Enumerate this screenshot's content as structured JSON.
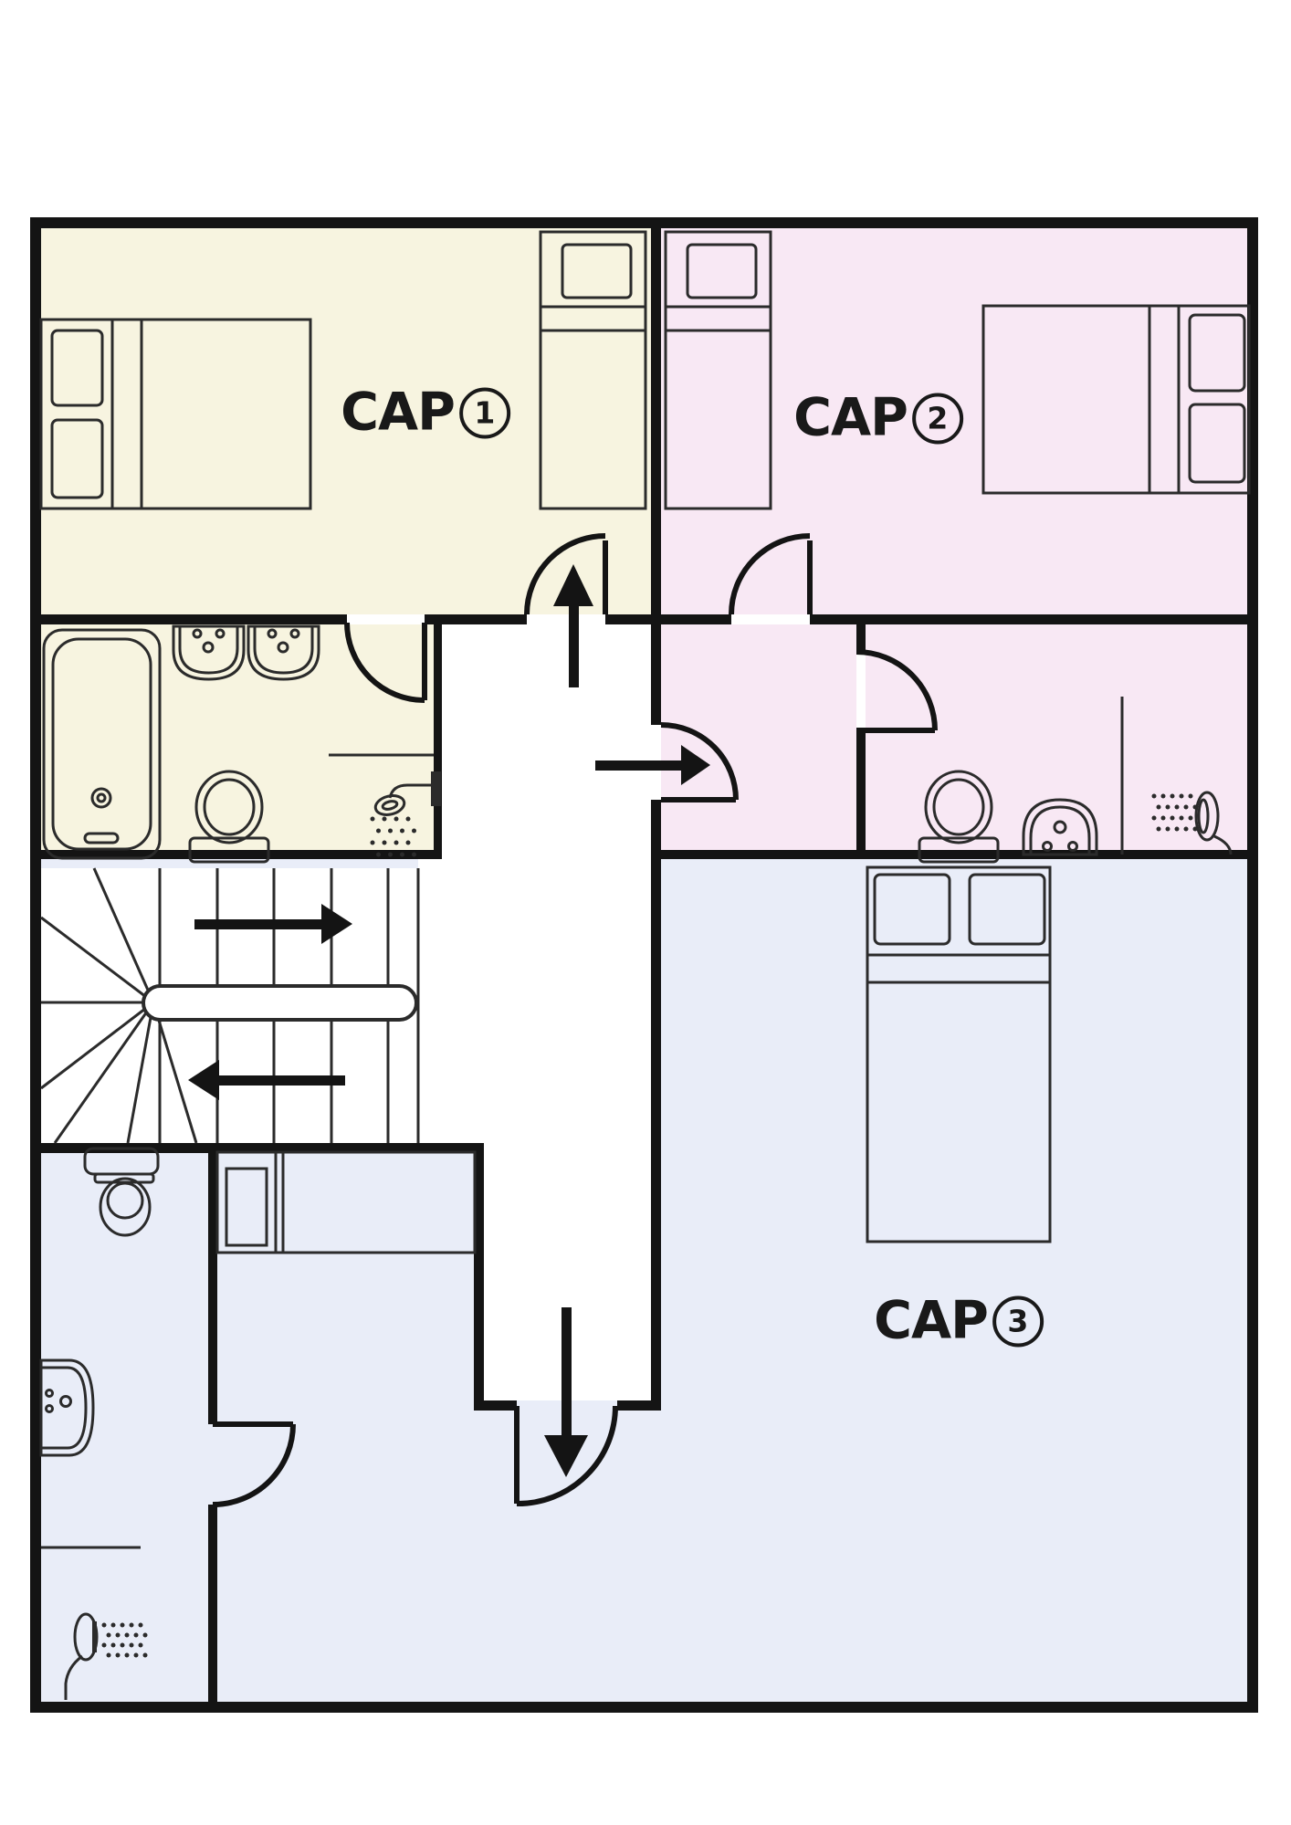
{
  "plan": {
    "type": "floor-plan",
    "floor_rooms": [
      "CAP1 bedroom",
      "CAP2 bedroom",
      "CAP3 bedroom",
      "CAP1 ensuite bathroom",
      "CAP2 ensuite bathroom",
      "CAP3 bathroom",
      "staircase",
      "corridor"
    ],
    "labels": {
      "cap1": {
        "text": "CAP",
        "num": "1"
      },
      "cap2": {
        "text": "CAP",
        "num": "2"
      },
      "cap3": {
        "text": "CAP",
        "num": "3"
      }
    },
    "rooms": [
      {
        "id": "cap1",
        "name": "CAP1 bedroom",
        "fixtures": [
          "double-bed",
          "single-bed"
        ]
      },
      {
        "id": "cap2",
        "name": "CAP2 bedroom",
        "fixtures": [
          "single-bed",
          "double-bed"
        ]
      },
      {
        "id": "cap3",
        "name": "CAP3 bedroom",
        "fixtures": [
          "double-bed"
        ]
      },
      {
        "id": "bath1",
        "name": "cream bathroom (ensuite of CAP1)",
        "fixtures": [
          "bathtub",
          "sink",
          "sink",
          "toilet",
          "shower"
        ]
      },
      {
        "id": "bath2",
        "name": "pink bathroom (ensuite of CAP2)",
        "fixtures": [
          "toilet",
          "bidet",
          "shower"
        ]
      },
      {
        "id": "bath3",
        "name": "blue bathroom (CAP3)",
        "fixtures": [
          "toilet",
          "sink",
          "shower",
          "cabinet"
        ]
      },
      {
        "id": "stairs",
        "name": "staircase",
        "fixtures": [
          "winder-stairs",
          "handrail"
        ]
      }
    ],
    "arrows": [
      {
        "id": "up",
        "direction": "up",
        "meaning": "into CAP1"
      },
      {
        "id": "right-mid",
        "direction": "right",
        "meaning": "into CAP2 vestibule"
      },
      {
        "id": "right-stairs",
        "direction": "right",
        "meaning": "stairs up flight"
      },
      {
        "id": "left-stairs",
        "direction": "left",
        "meaning": "stairs down flight"
      },
      {
        "id": "down",
        "direction": "down",
        "meaning": "exit corridor into CAP3"
      }
    ]
  },
  "colors": {
    "bg": "#ffffff",
    "wall": "#141414",
    "line": "#2b2b2b",
    "corridor": "#ffffff",
    "room_cap1": "#f7f4e0",
    "room_cap2": "#f8e8f4",
    "room_cap3": "#e9edf8"
  }
}
